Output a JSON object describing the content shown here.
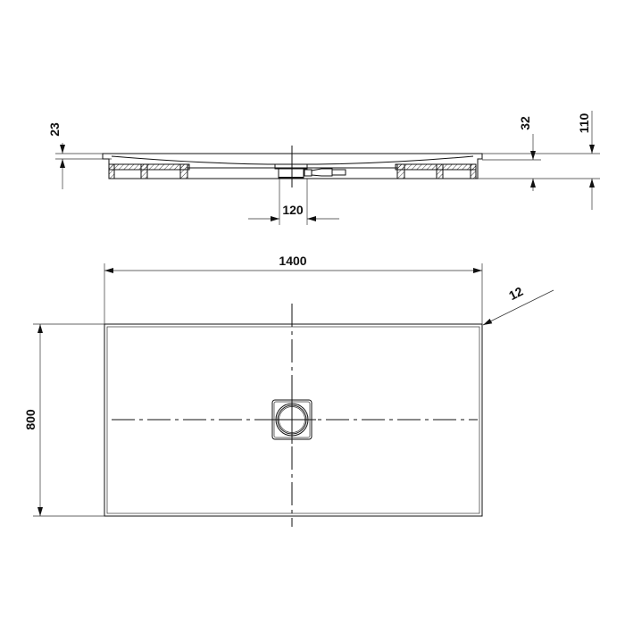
{
  "dimensions": {
    "rim_height": "23",
    "depth_right": "32",
    "total_height": "110",
    "drain_diameter": "120",
    "length": "1400",
    "width": "800",
    "edge_radius": "12"
  },
  "colors": {
    "line": "#111111",
    "background": "#ffffff"
  }
}
